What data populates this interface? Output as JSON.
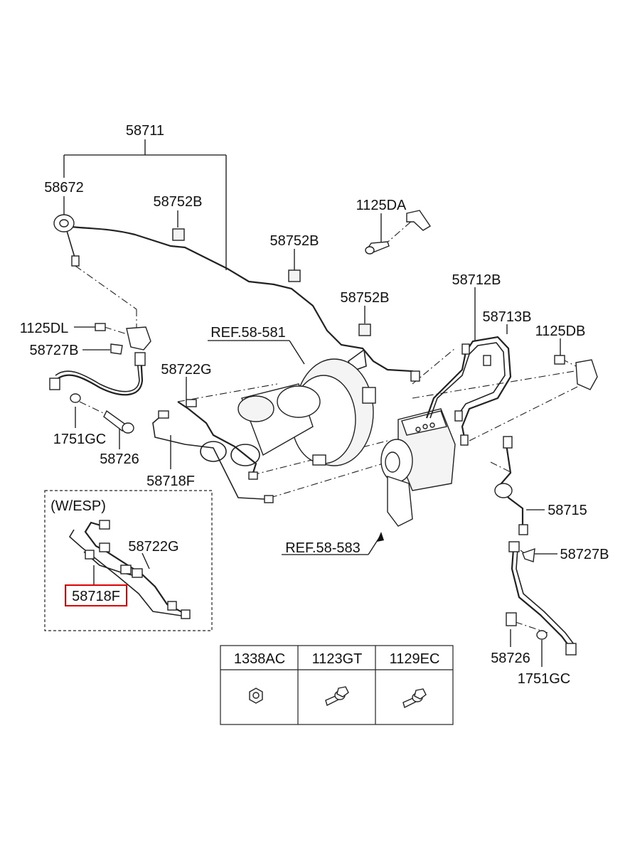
{
  "labels": {
    "l58711": "58711",
    "l58672": "58672",
    "l58752b_1": "58752B",
    "l1125da": "1125DA",
    "l58752b_2": "58752B",
    "l58752b_3": "58752B",
    "l58712b": "58712B",
    "l58713b": "58713B",
    "l1125db": "1125DB",
    "l1125dl": "1125DL",
    "l58727b_1": "58727B",
    "lref581": "REF.58-581",
    "l58722g_1": "58722G",
    "l1751gc_1": "1751GC",
    "l58726_1": "58726",
    "l58718f_1": "58718F",
    "l58715": "58715",
    "lwesp": "(W/ESP)",
    "l58722g_2": "58722G",
    "l58718f_2": "58718F",
    "lref583": "REF.58-583",
    "l58727b_2": "58727B",
    "l58726_2": "58726",
    "l1751gc_2": "1751GC"
  },
  "fastener_table": {
    "headers": [
      "1338AC",
      "1123GT",
      "1129EC"
    ],
    "icons": [
      "hex-nut-icon",
      "flange-bolt-icon",
      "flange-bolt-icon"
    ]
  },
  "highlight": {
    "part": "58718F",
    "color": "#e00000"
  }
}
